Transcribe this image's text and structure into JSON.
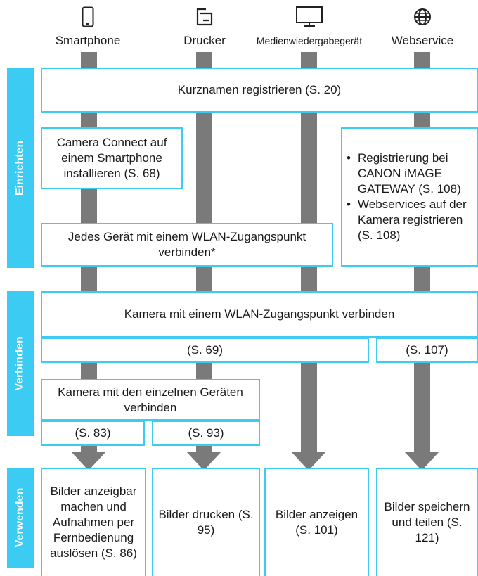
{
  "devices": [
    {
      "label": "Smartphone",
      "icon": "smartphone-icon"
    },
    {
      "label": "Drucker",
      "icon": "printer-icon"
    },
    {
      "label": "Medienwiedergabegerät",
      "icon": "media-player-icon"
    },
    {
      "label": "Webservice",
      "icon": "globe-icon"
    }
  ],
  "sections": {
    "setup": "Einrichten",
    "connect": "Verbinden",
    "use": "Verwenden"
  },
  "setup": {
    "nickname": "Kurznamen registrieren (S. 20)",
    "camera_connect": "Camera Connect auf einem Smartphone installieren (S. 68)",
    "wlan_devices": "Jedes Gerät mit einem WLAN-Zugangspunkt verbinden*",
    "web_items": [
      "Registrierung bei CANON iMAGE GATEWAY (S. 108)",
      "Webservices auf der Kamera registrieren (S. 108)"
    ]
  },
  "connect": {
    "camera_wlan": "Kamera mit einem WLAN-Zugangspunkt verbinden",
    "ref_69": "(S. 69)",
    "ref_107": "(S. 107)",
    "camera_devices": "Kamera mit den einzelnen Geräten verbinden",
    "ref_83": "(S. 83)",
    "ref_93": "(S. 93)"
  },
  "use": {
    "smartphone": "Bilder anzeigbar machen und Aufnahmen per Fernbedienung auslösen (S. 86)",
    "printer": "Bilder drucken (S. 95)",
    "media": "Bilder anzeigen (S. 101)",
    "web": "Bilder speichern und teilen (S. 121)"
  }
}
